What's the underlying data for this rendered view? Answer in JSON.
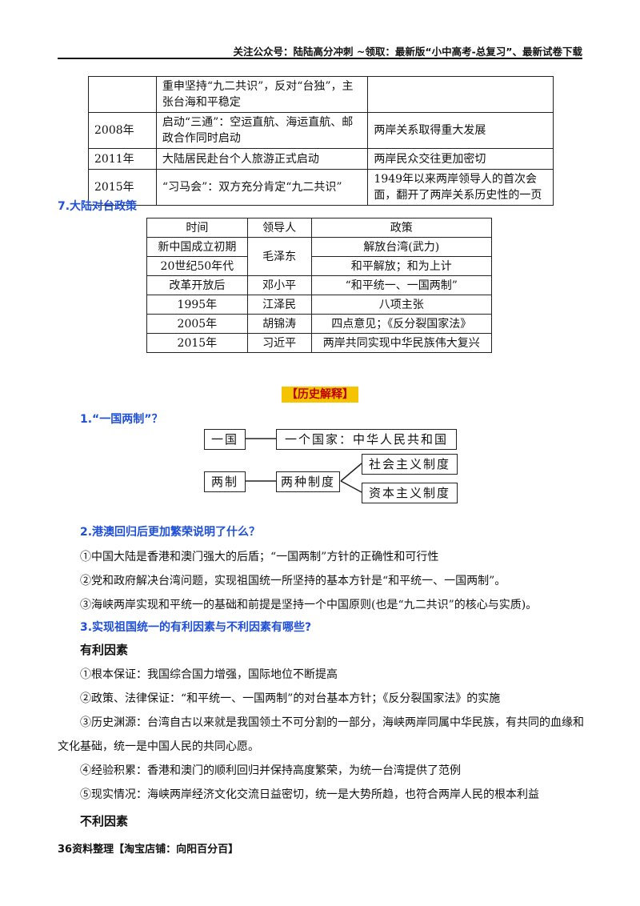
{
  "header": "关注公众号：陆陆高分冲刺 ~领取：最新版“小中高考-总复习”、最新试卷下载",
  "table1": {
    "rows": [
      {
        "year": "",
        "event": "重申坚持“九二共识”，反对“台独”，主张台海和平稳定",
        "significance": ""
      },
      {
        "year": "2008年",
        "event": "启动“三通”：空运直航、海运直航、邮政合作同时启动",
        "significance": "两岸关系取得重大发展"
      },
      {
        "year": "2011年",
        "event": "大陆居民赴台个人旅游正式启动",
        "significance": "两岸民众交往更加密切"
      },
      {
        "year": "2015年",
        "event": "“习马会”：双方充分肯定“九二共识”",
        "significance": "1949年以来两岸领导人的首次会面，翻开了两岸关系历史性的一页"
      }
    ]
  },
  "section7_title": "7.大陆对台政策",
  "table2": {
    "headers": [
      "时间",
      "领导人",
      "政策"
    ],
    "rows": [
      {
        "time": "新中国成立初期",
        "leader": "毛泽东",
        "policy": "解放台湾(武力)"
      },
      {
        "time": "20世纪50年代",
        "leader": "",
        "policy": "和平解放；和为上计"
      },
      {
        "time": "改革开放后",
        "leader": "邓小平",
        "policy": "“和平统一、一国两制”"
      },
      {
        "time": "1995年",
        "leader": "江泽民",
        "policy": "八项主张"
      },
      {
        "time": "2005年",
        "leader": "胡锦涛",
        "policy": "四点意见；《反分裂国家法》"
      },
      {
        "time": "2015年",
        "leader": "习近平",
        "policy": "两岸共同实现中华民族伟大复兴"
      }
    ]
  },
  "history_title": "【历史解释】",
  "q1": "1.“一国两制”？",
  "diagram": {
    "yiguo": "一国",
    "one_country": "一个国家：中华人民共和国",
    "liangzhi": "两制",
    "two_systems": "两种制度",
    "socialist": "社会主义制度",
    "capitalist": "资本主义制度"
  },
  "q2": "2.港澳回归后更加繁荣说明了什么？",
  "q2_points": [
    "①中国大陆是香港和澳门强大的后盾；“一国两制”方针的正确性和可行性",
    "②党和政府解决台湾问题，实现祖国统一所坚持的基本方针是“和平统一、一国两制”。",
    "③海峡两岸实现和平统一的基础和前提是坚持一个中国原则(也是“九二共识”的核心与实质)。"
  ],
  "q3": "3.实现祖国统一的有利因素与不利因素有哪些?",
  "favorable_title": "有利因素",
  "favorable": [
    "①根本保证：我国综合国力增强，国际地位不断提高",
    "②政策、法律保证：“和平统一、一国两制”的对台基本方针；《反分裂国家法》的实施",
    "③历史渊源：台湾自古以来就是我国领土不可分割的一部分，海峡两岸同属中华民族，有共同的血缘和文化基础，统一是中国人民的共同心愿。",
    "④经验积累：香港和澳门的顺利回归并保持高度繁荣，为统一台湾提供了范例",
    "⑤现实情况：海峡两岸经济文化交流日益密切，统一是大势所趋，也符合两岸人民的根本利益"
  ],
  "unfavorable_title": "不利因素",
  "footer": "资料整理【淘宝店铺：向阳百分百】",
  "page_number": "36"
}
